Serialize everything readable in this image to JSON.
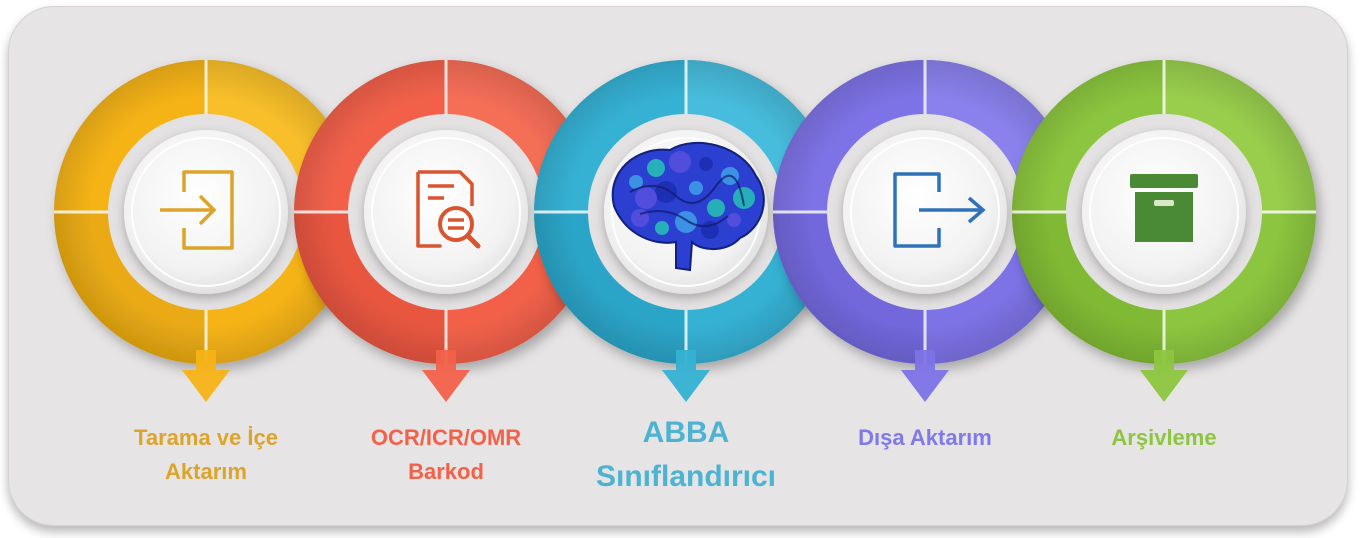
{
  "steps": [
    {
      "label_lines": [
        "Tarama ve İçe",
        "Aktarım"
      ],
      "color": "#f5b317",
      "dark": "#dca010",
      "light": "#f9c83b",
      "text_color": "#dca42a",
      "icon": "import-icon",
      "icon_color": "#dca42a"
    },
    {
      "label_lines": [
        "OCR/ICR/OMR",
        "Barkod"
      ],
      "color": "#f2614a",
      "dark": "#dc4a35",
      "light": "#f77a63",
      "text_color": "#f2614a",
      "icon": "document-search-icon",
      "icon_color": "#d9552f"
    },
    {
      "label_lines": [
        "ABBA",
        "Sınıflandırıcı"
      ],
      "color": "#35b1d4",
      "dark": "#2297bb",
      "light": "#56c4e2",
      "text_color": "#4cb3d3",
      "icon": "brain-icon",
      "icon_color": "#1f3fbf"
    },
    {
      "label_lines": [
        "Dışa Aktarım"
      ],
      "color": "#7d73e6",
      "dark": "#665bd0",
      "light": "#968df0",
      "text_color": "#7f7ae8",
      "icon": "export-icon",
      "icon_color": "#2f72b8"
    },
    {
      "label_lines": [
        "Arşivleme"
      ],
      "color": "#8cc63f",
      "dark": "#72ab28",
      "light": "#a4d65a",
      "text_color": "#8cc63f",
      "icon": "archive-box-icon",
      "icon_color": "#4a8a35"
    }
  ]
}
